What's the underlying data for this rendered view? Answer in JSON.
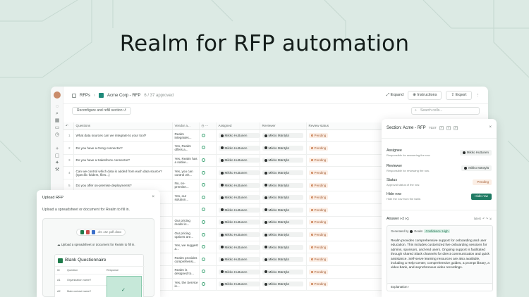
{
  "hero": {
    "title": "Realm for RFP automation"
  },
  "topbar": {
    "breadcrumb_root": "RFPs",
    "project": "Acme Corp - RFP",
    "progress": "6 / 37 approved",
    "expand_label": "Expand",
    "instructions_label": "Instructions",
    "export_label": "Export",
    "more": "⋮"
  },
  "subbar": {
    "reconfigure_label": "Reconfigure and refill section",
    "search_placeholder": "Search cells..."
  },
  "sheet": {
    "columns": [
      "Questions",
      "Vendor a...",
      "",
      "Assigned",
      "Reviewer",
      "Review status"
    ],
    "rows": [
      {
        "n": "1",
        "q": "What data sources can we integrate to your tool?",
        "v": "Realm integrates...",
        "a": "Mikko Huttunen",
        "r": "Mikko Mäntylä",
        "s": "Pending"
      },
      {
        "n": "2",
        "q": "Do you have a Gong connector?",
        "v": "Yes, Realm offers a...",
        "a": "Mikko Huttunen",
        "r": "Mikko Mäntylä",
        "s": "Pending"
      },
      {
        "n": "3",
        "q": "Do you have a Salesforce connector?",
        "v": "Yes, Realm has a native...",
        "a": "Mikko Huttunen",
        "r": "Mikko Mäntylä",
        "s": "Pending"
      },
      {
        "n": "4",
        "q": "Can we control which data is added from each data source? (specific folders, files...)",
        "v": "Yes, you can control wh...",
        "a": "Mikko Huttunen",
        "r": "Mikko Mäntylä",
        "s": "Pending"
      },
      {
        "n": "5",
        "q": "Do you offer on-premise deployments?",
        "v": "No, on-premise...",
        "a": "Mikko Huttunen",
        "r": "Mikko Mäntylä",
        "s": "Pending"
      },
      {
        "n": "",
        "q": "",
        "v": "Yes, our solution...",
        "a": "Mikko Huttunen",
        "r": "Mikko Mäntylä",
        "s": "Pending"
      },
      {
        "n": "",
        "q": "",
        "v": "",
        "a": "Mikko Huttunen",
        "r": "Mikko Mäntylä",
        "s": "Pending"
      },
      {
        "n": "",
        "q": "...cost?",
        "v": "Our pricing model is...",
        "a": "Mikko Huttunen",
        "r": "Mikko Mäntylä",
        "s": "Pending"
      },
      {
        "n": "",
        "q": "...ing fees?",
        "v": "Our pricing options are...",
        "a": "Mikko Huttunen",
        "r": "Mikko Mäntylä",
        "s": "Pending"
      },
      {
        "n": "",
        "q": "",
        "v": "Yes, we suggest a...",
        "a": "Mikko Huttunen",
        "r": "Mikko Mäntylä",
        "s": "Pending"
      },
      {
        "n": "",
        "q": "...m",
        "v": "Realm provides comprehensi...",
        "a": "Mikko Huttunen",
        "r": "Mikko Mäntylä",
        "s": "Pending"
      },
      {
        "n": "",
        "q": "",
        "v": "Realm is designed to...",
        "a": "Mikko Huttunen",
        "r": "Mikko Mäntylä",
        "s": "Pending"
      },
      {
        "n": "",
        "q": "",
        "v": "Yes, the Service is...",
        "a": "Mikko Huttunen",
        "r": "Mikko Mäntylä",
        "s": "Pending"
      }
    ]
  },
  "upload": {
    "title": "Upload RFP",
    "close": "×",
    "subtitle": "Upload a spreadsheet or document for Realm to fill in.",
    "formats": ".xls .csv .pdf .docx",
    "dropzone_text": "Upload a spreadsheet or document for Realm to fill in.",
    "sample": {
      "title": "Blank Questionnaire",
      "headers": [
        "ID",
        "Question",
        "Response"
      ],
      "rows": [
        {
          "id": "A1",
          "q": "Organization name?"
        },
        {
          "id": "A2",
          "q": "Main contact name?"
        }
      ]
    }
  },
  "panel": {
    "title": "Section: Acme - RFP",
    "id": "T037",
    "close": "×",
    "fields": {
      "assignee_label": "Assignee",
      "assignee_sub": "Responsible for answering the row.",
      "assignee_val": "Mikko Huttunen",
      "reviewer_label": "Reviewer",
      "reviewer_sub": "Responsible for reviewing the row.",
      "reviewer_val": "Mikko Mäntylä",
      "status_label": "Status",
      "status_sub": "Approval status of the row.",
      "status_val": "Pending",
      "hide_label": "Hide row",
      "hide_sub": "Hide the row from the table.",
      "hide_btn": "Hide row"
    },
    "answer_label": "Answer",
    "answer_meta": "latest",
    "generated_by": "Generated by",
    "generator": "Realm",
    "confidence": "Confidence: High",
    "answer_text": "Realm provides comprehensive support for onboarding and user education. This includes customized live onboarding sessions for admins, sponsors, and end users. Ongoing support is facilitated through shared Slack channels for direct communication and quick assistance. Self-serve learning resources are also available, including a Help Center, comprehensive guides, a prompt library, a video bank, and asynchronous video recordings.",
    "explanation_label": "Explanation"
  }
}
